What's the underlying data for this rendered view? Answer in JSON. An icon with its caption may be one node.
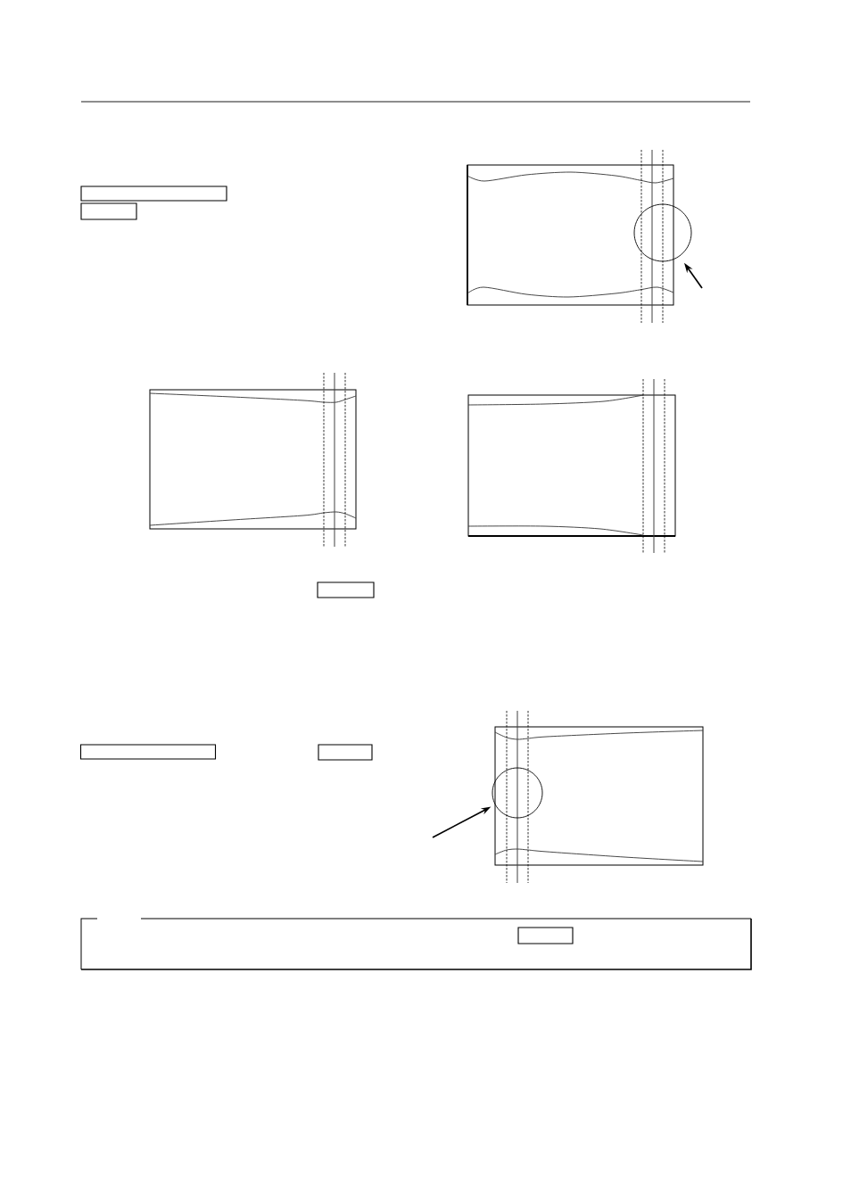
{
  "diagram": {
    "nodes": [
      {
        "text": [],
        "shape": "box"
      },
      {
        "text": [],
        "shape": "box"
      },
      {
        "text": [],
        "shape": "circle"
      },
      {
        "text": [],
        "shape": "box"
      },
      {
        "text": [],
        "shape": "box"
      },
      {
        "text": [],
        "shape": "box"
      },
      {
        "text": [],
        "shape": "circle"
      },
      {
        "text": [],
        "shape": "box"
      },
      {
        "text": [],
        "shape": "box",
        "in": 7
      }
    ],
    "edges": [
      {
        "from": null,
        "to": 2,
        "arrow": "to"
      },
      {
        "from": null,
        "to": 6,
        "arrow": "to"
      }
    ]
  }
}
